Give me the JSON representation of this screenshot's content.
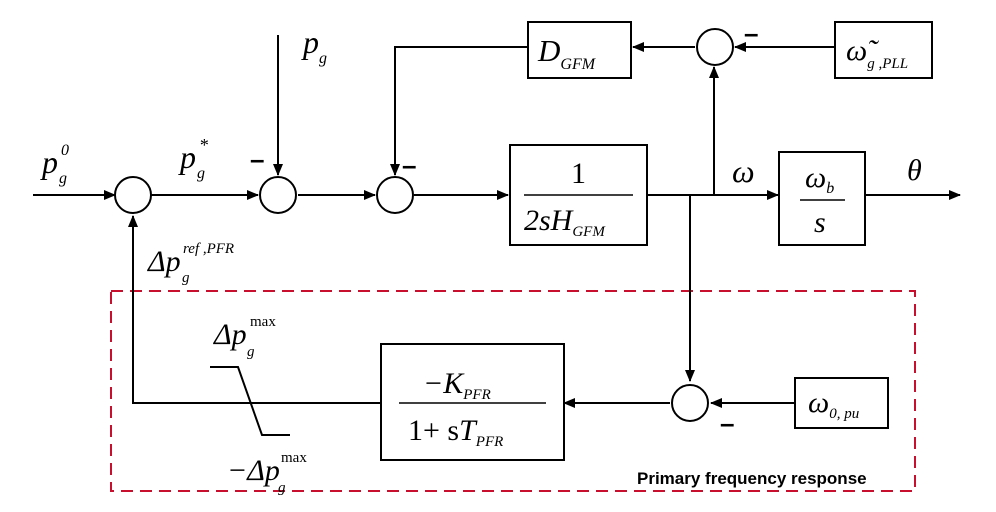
{
  "signals": {
    "pg0": {
      "main": "p",
      "sub": "g",
      "sup": "0"
    },
    "pg": {
      "main": "p",
      "sub": "g"
    },
    "pg_star": {
      "main": "p",
      "sub": "g",
      "sup": "*"
    },
    "dp_ref": {
      "main": "Δp",
      "sub": "g",
      "sup": "ref ,PFR"
    },
    "omega": "ω",
    "theta": "θ",
    "dp_max": {
      "main": "Δp",
      "sub": "g",
      "sup": "max"
    },
    "dp_min": {
      "main": "−Δp",
      "sub": "g",
      "sup": "max"
    }
  },
  "blocks": {
    "dgfm": {
      "main": "D",
      "sub": "GFM"
    },
    "pll": {
      "main": "ω̃",
      "sub": "g ,PLL"
    },
    "inertia": {
      "num": "1",
      "den_main": "2sH",
      "den_sub": "GFM"
    },
    "integrator": {
      "num_main": "ω",
      "num_sub": "b",
      "den": "s"
    },
    "pfr": {
      "num_main": "−K",
      "num_sub": "PFR",
      "den_prefix": "1+ s",
      "den_main": "T",
      "den_sub": "PFR"
    },
    "w0": {
      "main": "ω",
      "sub": "0, pu"
    }
  },
  "signs": {
    "minus": "–"
  },
  "region_label": "Primary frequency response",
  "colors": {
    "line": "#000000",
    "dashed_box": "#c8102e"
  }
}
